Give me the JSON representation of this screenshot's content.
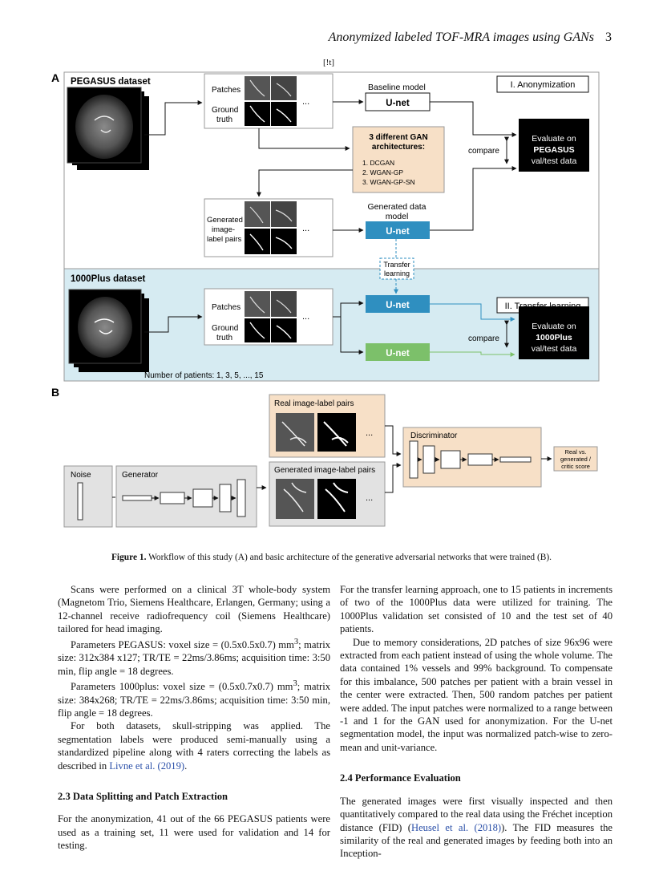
{
  "header": {
    "title": "Anonymized labeled TOF-MRA images using GANs",
    "page": "3"
  },
  "placeholder_mark": "[!t]",
  "figure": {
    "panel_a": {
      "letter": "A",
      "pegasus_title": "PEGASUS dataset",
      "patches": "Patches",
      "ground": "Ground",
      "truth": "truth",
      "ellipsis": "...",
      "baseline_model": "Baseline model",
      "unet": "U-net",
      "anonymization": "I. Anonymization",
      "gan_line1": "3 different GAN",
      "gan_line2": "architectures:",
      "gan_items": [
        "1. DCGAN",
        "2. WGAN-GP",
        "3. WGAN-GP-SN"
      ],
      "compare": "compare",
      "eval1": {
        "l1": "Evaluate on",
        "l2": "PEGASUS",
        "l3": "val/test data"
      },
      "generated_l1": "Generated",
      "generated_l2": "image-",
      "generated_l3": "label pairs",
      "gen_model_l1": "Generated data",
      "gen_model_l2": "model",
      "transfer_l1": "Transfer",
      "transfer_l2": "learning",
      "plus_title": "1000Plus dataset",
      "transfer_box": "II. Transfer learning",
      "eval2": {
        "l1": "Evaluate on",
        "l2": "1000Plus",
        "l3": "val/test data"
      },
      "num_patients": "Number of patients: 1, 3, 5, ..., 15"
    },
    "panel_b": {
      "letter": "B",
      "real_pairs": "Real image-label pairs",
      "generated_pairs": "Generated image-label pairs",
      "noise": "Noise",
      "generator": "Generator",
      "discriminator": "Discriminator",
      "out_l1": "Real vs.",
      "out_l2": "generated /",
      "out_l3": "critic score"
    },
    "caption_label": "Figure 1.",
    "caption_text": "Workflow of this study (A) and basic architecture of the generative adversarial networks that were trained (B)."
  },
  "left_col": {
    "p1": "Scans were performed on a clinical 3T whole-body system (Magnetom Trio, Siemens Healthcare, Erlangen, Germany; using a 12-channel receive radiofrequency coil (Siemens Healthcare) tailored for head imaging.",
    "p2_a": "Parameters PEGASUS: voxel size = (0.5x0.5x0.7) mm",
    "p2_sup": "3",
    "p2_b": "; matrix size: 312x384 x127; TR/TE = 22ms/3.86ms; acquisition time: 3:50 min, flip angle = 18 degrees.",
    "p3_a": "Parameters 1000plus: voxel size = (0.5x0.7x0.7) mm",
    "p3_sup": "3",
    "p3_b": "; matrix size: 384x268; TR/TE = 22ms/3.86ms; acquisition time: 3:50 min, flip angle = 18 degrees.",
    "p4_a": "For both datasets, skull-stripping was applied. The segmentation labels were produced semi-manually using a standardized pipeline along with 4 raters correcting the labels as described in ",
    "p4_link": "Livne et al. (2019)",
    "p4_b": ".",
    "h23": "2.3  Data Splitting and Patch Extraction",
    "p5": "For the anonymization, 41 out of the 66 PEGASUS patients were used as a training set, 11 were used for validation and 14 for testing."
  },
  "right_col": {
    "p1": "For the transfer learning approach, one to 15 patients in increments of two of the 1000Plus data were utilized for training. The 1000Plus validation set consisted of 10 and the test set of 40 patients.",
    "p2": "Due to memory considerations, 2D patches of size 96x96 were extracted from each patient instead of using the whole volume. The data contained 1% vessels and 99% background. To compensate for this imbalance, 500 patches per patient with a brain vessel in the center were extracted. Then, 500 random patches per patient were added. The input patches were normalized to a range between -1 and 1 for the GAN used for anonymization. For the U-net segmentation model, the input was normalized patch-wise to zero-mean and unit-variance.",
    "h24": "2.4  Performance Evaluation",
    "p3_a": "The generated images were first visually inspected and then quantitatively compared to the real data using the Fréchet inception distance (FID) (",
    "p3_link": "Heusel et al. (2018)",
    "p3_b": "). The FID measures the similarity of the real and generated images by feeding both into an Inception-"
  }
}
